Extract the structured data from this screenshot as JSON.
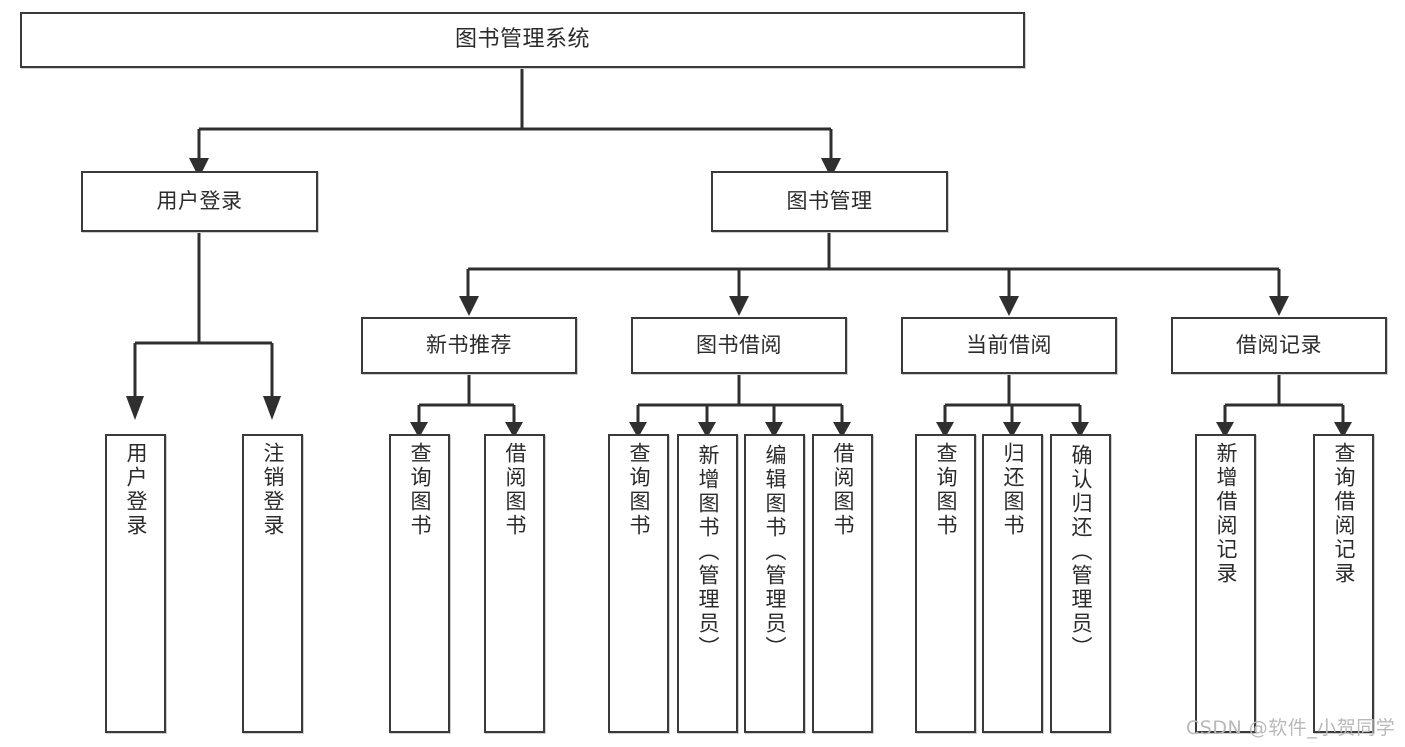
{
  "diagram": {
    "type": "tree",
    "title": "图书管理系统",
    "orientation": "top-down",
    "colors": {
      "background": "#ffffff",
      "box_border": "#3a3a3a",
      "box_fill": "#ffffff",
      "connector": "#2f2f2f",
      "text": "#2b2b2b",
      "watermark": "#b9b9b9"
    },
    "root": {
      "label": "图书管理系统"
    },
    "level1": [
      {
        "label": "用户登录"
      },
      {
        "label": "图书管理"
      }
    ],
    "level2": [
      {
        "label": "新书推荐"
      },
      {
        "label": "图书借阅"
      },
      {
        "label": "当前借阅"
      },
      {
        "label": "借阅记录"
      }
    ],
    "leaves": {
      "user_login": [
        {
          "label": "用户登录"
        },
        {
          "label": "注销登录"
        }
      ],
      "new_book_recommend": [
        {
          "label": "查询图书"
        },
        {
          "label": "借阅图书"
        }
      ],
      "book_borrow": [
        {
          "label": "查询图书"
        },
        {
          "label": "新增图书（管理员）"
        },
        {
          "label": "编辑图书（管理员）"
        },
        {
          "label": "借阅图书"
        }
      ],
      "current_borrow": [
        {
          "label": "查询图书"
        },
        {
          "label": "归还图书"
        },
        {
          "label": "确认归还（管理员）"
        }
      ],
      "borrow_record": [
        {
          "label": "新增借阅记录"
        },
        {
          "label": "查询借阅记录"
        }
      ]
    }
  },
  "watermark": {
    "text": "CSDN @软件_小贺同学"
  }
}
